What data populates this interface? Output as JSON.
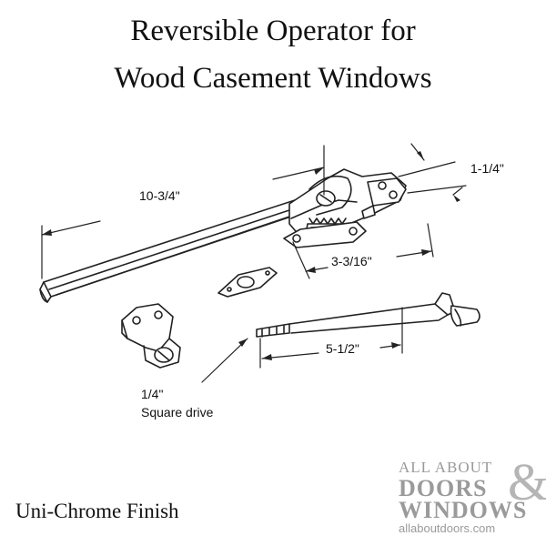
{
  "title_line1": "Reversible Operator for",
  "title_line2": "Wood Casement Windows",
  "dimensions": {
    "arm_length": "10-3/4\"",
    "width": "1-1/4\"",
    "base_length": "3-3/16\"",
    "crank_length": "5-1/2\"",
    "drive_size": "1/4\"",
    "drive_type": "Square drive"
  },
  "finish": "Uni-Chrome Finish",
  "logo": {
    "line1": "ALL ABOUT",
    "line2": "DOORS",
    "line3": "WINDOWS",
    "amp": "&",
    "site": "allaboutdoors.com"
  },
  "colors": {
    "line": "#222222",
    "logo_gray": "#9a9a9a"
  }
}
